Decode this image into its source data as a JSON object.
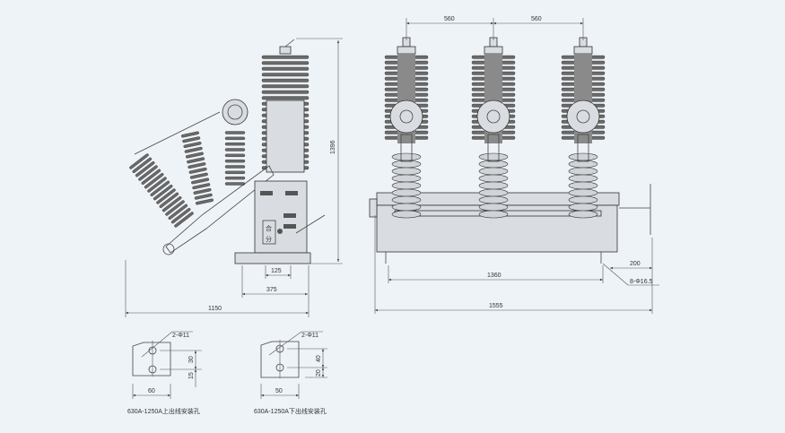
{
  "side_view": {
    "dims": {
      "height": "1396",
      "d125": "125",
      "d375": "375",
      "width": "1150"
    },
    "panel": {
      "close_label": "合",
      "open_label": "分"
    }
  },
  "front_view": {
    "dims": {
      "pitch_left": "560",
      "pitch_right": "560",
      "mount": "1360",
      "overall": "1555",
      "offset": "200",
      "holes": "8-Φ16.5"
    }
  },
  "detail_upper": {
    "holes": "2-Φ11",
    "v1": "30",
    "v2": "15",
    "width": "60",
    "caption": "630A-1250A上出线安装孔"
  },
  "detail_lower": {
    "holes": "2-Φ11",
    "v1": "40",
    "v2": "20",
    "width": "50",
    "caption": "630A-1250A下出线安装孔"
  },
  "colors": {
    "background": "#eef3f8",
    "insulator": "#6a6a6a",
    "line": "#444444"
  }
}
